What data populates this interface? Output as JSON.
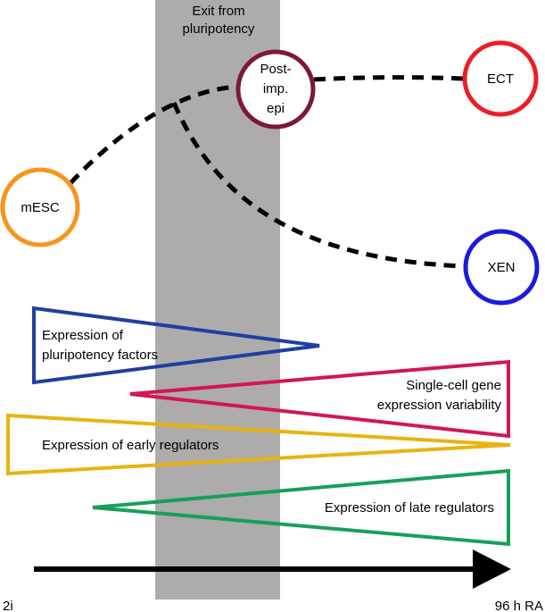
{
  "band": {
    "title_line1": "Exit from",
    "title_line2": "pluripotency",
    "color": "#aeabab"
  },
  "nodes": {
    "mesc": {
      "label": "mESC",
      "color": "#f7941d"
    },
    "postimp": {
      "line1": "Post-",
      "line2": "imp.",
      "line3": "epi",
      "color": "#7a1940"
    },
    "ect": {
      "label": "ECT",
      "color": "#ee1c25"
    },
    "xen": {
      "label": "XEN",
      "color": "#1b1bdc"
    }
  },
  "wedges": {
    "pluripotency": {
      "line1": "Expression of",
      "line2": "pluripotency factors",
      "color": "#1f3fa0"
    },
    "variability": {
      "line1": "Single-cell gene",
      "line2": "expression variability",
      "color": "#d21559"
    },
    "early": {
      "label": "Expression of early regulators",
      "color": "#e6b412"
    },
    "late": {
      "label": "Expression of late regulators",
      "color": "#16a05a"
    }
  },
  "timeline": {
    "start_label": "2i",
    "end_label": "96 h RA",
    "color": "#000000"
  }
}
